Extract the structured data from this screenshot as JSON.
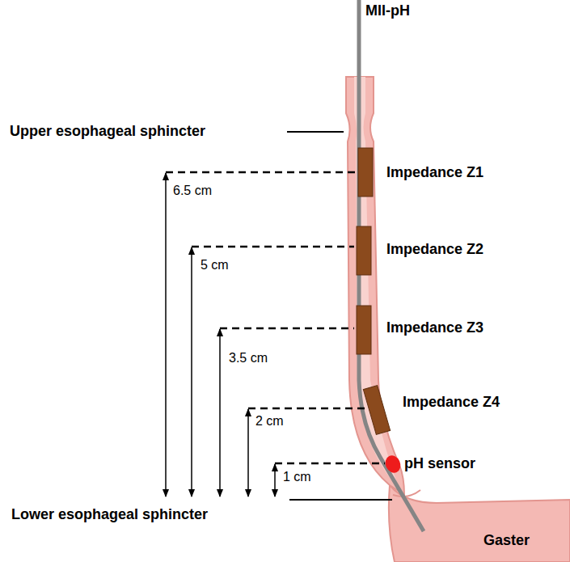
{
  "diagram": {
    "labels": [
      "MII-pH",
      "Upper esophageal sphincter",
      "Impedance Z1",
      "Impedance Z2",
      "Impedance Z3",
      "Impedance Z4",
      "pH sensor",
      "6.5 cm",
      "5 cm",
      "3.5 cm",
      "2 cm",
      "1 cm",
      "Lower esophageal sphincter",
      "Gaster"
    ]
  }
}
